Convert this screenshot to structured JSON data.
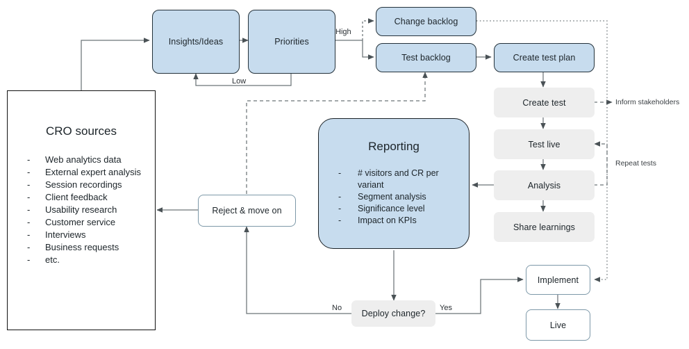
{
  "diagram": {
    "title": "CRO process flowchart",
    "colors": {
      "blue_fill": "#c7dcee",
      "gray_fill": "#eeeeee",
      "stroke": "#23313a",
      "white_stroke": "#7d98a8"
    }
  },
  "cro_panel": {
    "title": "CRO sources",
    "bullet": "-",
    "items": [
      "Web analytics data",
      "External expert analysis",
      "Session recordings",
      "Client feedback",
      "Usability research",
      "Customer service",
      "Interviews",
      "Business requests",
      "etc."
    ]
  },
  "nodes": {
    "insights": "Insights/Ideas",
    "priorities": "Priorities",
    "change_backlog": "Change backlog",
    "test_backlog": "Test backlog",
    "create_test_plan": "Create test plan",
    "create_test": "Create test",
    "test_live": "Test live",
    "analysis": "Analysis",
    "share_learnings": "Share learnings",
    "reject": "Reject & move on",
    "deploy": "Deploy change?",
    "implement": "Implement",
    "live": "Live"
  },
  "reporting": {
    "title": "Reporting",
    "bullet": "-",
    "items": [
      "# visitors and CR per variant",
      "Segment analysis",
      "Significance level",
      "Impact on KPIs"
    ]
  },
  "edge_labels": {
    "high": "High",
    "low": "Low",
    "no": "No",
    "yes": "Yes"
  },
  "side_labels": {
    "inform": "Inform stakeholders",
    "repeat": "Repeat tests"
  }
}
